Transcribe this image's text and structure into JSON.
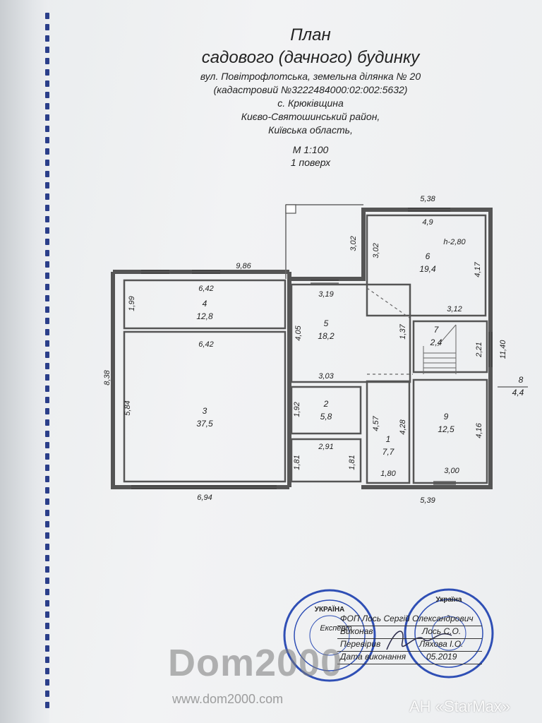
{
  "header": {
    "title": "План",
    "subtitle": "садового (дачного) будинку",
    "address": "вул. Повітрофлотська, земельна ділянка № 20",
    "cadastral": "(кадастровий №3222484000:02:002:5632)",
    "village": "с. Крюківщина",
    "district": "Києво-Святошинський район,",
    "region": "Київська область,",
    "scale": "М 1:100",
    "floor": "1 поверх"
  },
  "rooms": [
    {
      "num": "1",
      "area": "7,7"
    },
    {
      "num": "2",
      "area": "5,8"
    },
    {
      "num": "3",
      "area": "37,5"
    },
    {
      "num": "4",
      "area": "12,8"
    },
    {
      "num": "5",
      "area": "18,2"
    },
    {
      "num": "6",
      "area": "19,4"
    },
    {
      "num": "7",
      "area": "2,4"
    },
    {
      "num": "8",
      "area": "4,4"
    },
    {
      "num": "9",
      "area": "12,5"
    }
  ],
  "dimensions": {
    "top_right": "5,38",
    "top_overall": "9,86",
    "r6_width": "4,9",
    "r6_height_note": "h-2,80",
    "r6_left": "3,02",
    "r6_left_outer": "3,02",
    "r6_right": "4,17",
    "r6_bottom": "3,12",
    "r4_top": "6,42",
    "r4_left": "1,99",
    "r5_top": "3,19",
    "r5_left": "4,05",
    "r5_bottom": "3,03",
    "r7_left": "1,37",
    "r7_right": "2,21",
    "right_overall": "11,40",
    "r3_top": "6,42",
    "left_overall": "8,38",
    "r3_left": "5,84",
    "r2_left": "1,92",
    "hall_width": "2,91",
    "hall_left": "1,81",
    "hall_right": "1,81",
    "r1_left": "4,57",
    "r1_right": "4,28",
    "r1_bottom": "1,80",
    "r9_right": "4,16",
    "r9_bottom": "3,00",
    "bottom_left": "6,94",
    "bottom_right": "5,39"
  },
  "stamp": {
    "row1": "ФОП Лось Сергій Олександрович",
    "row2_label": "Виконав",
    "row2_name": "Лось С.О.",
    "row3_label": "Перевірив",
    "row3_name": "Ляхова І.О.",
    "row4_label": "Дата виконання",
    "row4_date": "05.2019",
    "seal_left_text": "УКРАЇНА",
    "seal_left_inner": "Експерт",
    "seal_right_text": "Україна"
  },
  "watermark": {
    "brand": "Dom2000",
    "site": "www.dom2000.com",
    "agency": "АН «StarMax»"
  },
  "colors": {
    "ink": "#222222",
    "binding_hole": "#2b3f8a",
    "seal": "#2f4fb5"
  }
}
